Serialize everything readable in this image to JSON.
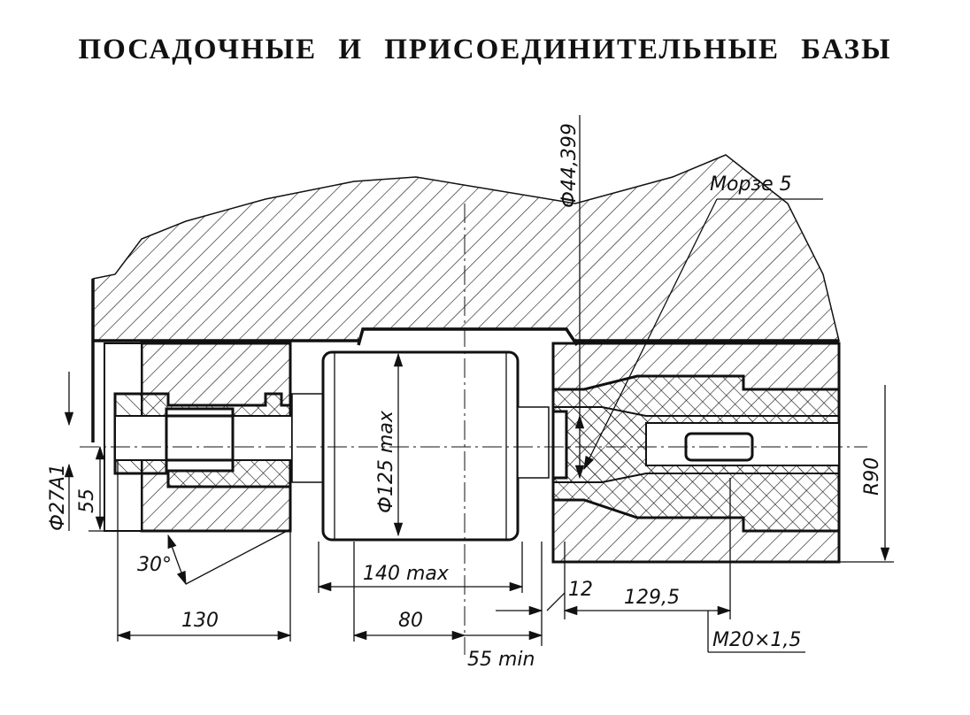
{
  "title": "ПОСАДОЧНЫЕ И ПРИСОЕДИНИТЕЛЬНЫЕ БАЗЫ",
  "dimensions": {
    "spindle_diameter": "Ф44,399",
    "taper": "Морзе 5",
    "cutter_diameter": "Ф125 max",
    "arbor_diameter": "Ф27A1",
    "height_55": "55",
    "angle": "30°",
    "length_130": "130",
    "length_140": "140 max",
    "length_80": "80",
    "length_55min": "55 min",
    "length_12": "12",
    "length_129_5": "129,5",
    "thread": "M20×1,5",
    "radius": "R90"
  }
}
